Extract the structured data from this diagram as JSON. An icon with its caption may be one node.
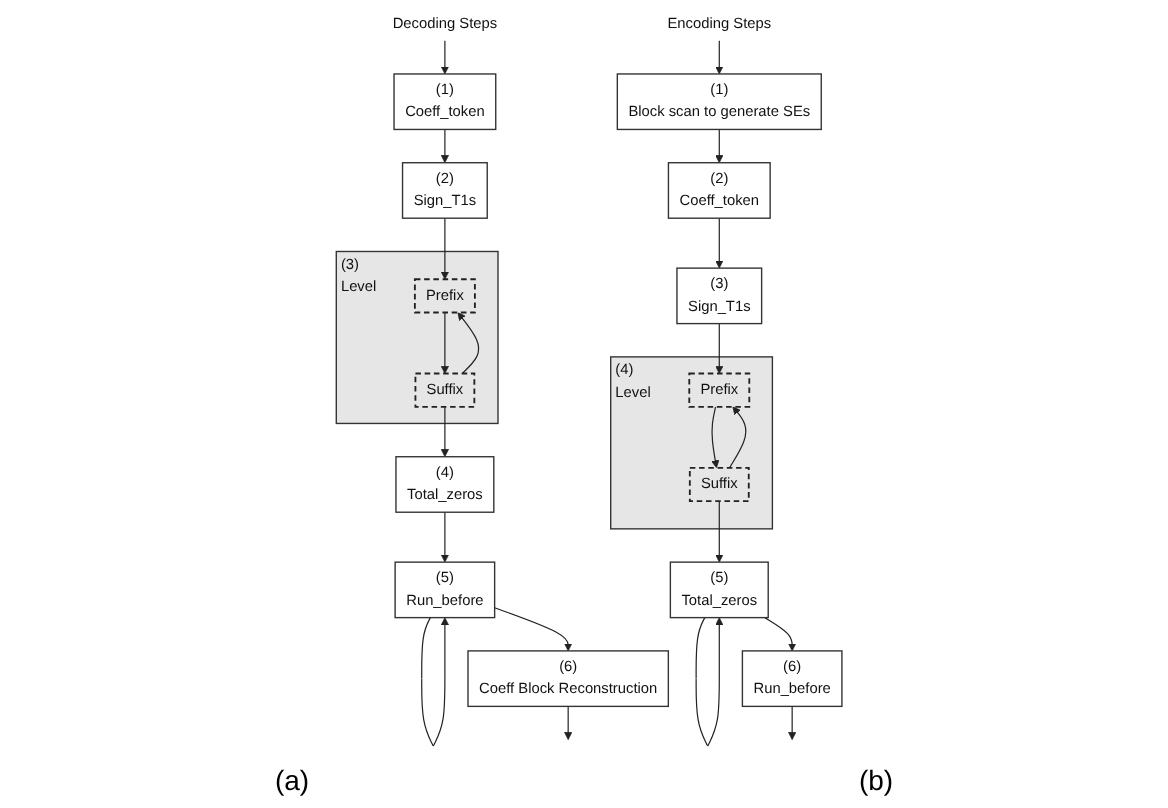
{
  "diagram": {
    "nodes": [
      {
        "text": [
          "Decoding Steps"
        ]
      },
      {
        "text": [
          "(1)",
          "Coeff_token"
        ]
      },
      {
        "text": [
          "(2)",
          "Sign_T1s"
        ]
      },
      {
        "text": [
          "(3)",
          "Level"
        ]
      },
      {
        "text": [
          "Prefix"
        ],
        "in": 3
      },
      {
        "text": [
          "Suffix"
        ],
        "in": 3
      },
      {
        "text": [
          "(4)",
          "Total_zeros"
        ]
      },
      {
        "text": [
          "(5)",
          "Run_before"
        ]
      },
      {
        "text": [
          "(6)",
          "Coeff Block Reconstruction"
        ]
      },
      {
        "text": [
          "Encoding Steps"
        ]
      },
      {
        "text": [
          "(1)",
          "Block scan to generate SEs"
        ]
      },
      {
        "text": [
          "(2)",
          "Coeff_token"
        ]
      },
      {
        "text": [
          "(3)",
          "Sign_T1s"
        ]
      },
      {
        "text": [
          "(4)",
          "Level"
        ]
      },
      {
        "text": [
          "Prefix"
        ],
        "in": 13
      },
      {
        "text": [
          "Suffix"
        ],
        "in": 13
      },
      {
        "text": [
          "(5)",
          "Total_zeros"
        ]
      },
      {
        "text": [
          "(6)",
          "Run_before"
        ]
      }
    ],
    "edges": [
      {
        "from": 0,
        "to": 1,
        "arrow": "to"
      },
      {
        "from": 1,
        "to": 2,
        "arrow": "to"
      },
      {
        "from": 2,
        "to": 4,
        "arrow": "to"
      },
      {
        "from": 4,
        "to": 5,
        "arrow": "to"
      },
      {
        "from": 5,
        "to": 4,
        "arrow": "to"
      },
      {
        "from": 5,
        "to": 6,
        "arrow": "to"
      },
      {
        "from": 6,
        "to": 7,
        "arrow": "to"
      },
      {
        "from": 7,
        "to": 7,
        "arrow": "to"
      },
      {
        "from": 7,
        "to": 8,
        "arrow": "to"
      },
      {
        "from": 8,
        "to": null,
        "arrow": "to"
      },
      {
        "from": 9,
        "to": 10,
        "arrow": "to"
      },
      {
        "from": 10,
        "to": 11,
        "arrow": "to"
      },
      {
        "from": 11,
        "to": 12,
        "arrow": "to"
      },
      {
        "from": 12,
        "to": 14,
        "arrow": "to"
      },
      {
        "from": 14,
        "to": 15,
        "arrow": "to"
      },
      {
        "from": 15,
        "to": 14,
        "arrow": "to"
      },
      {
        "from": 15,
        "to": 16,
        "arrow": "to"
      },
      {
        "from": 16,
        "to": 16,
        "arrow": "to"
      },
      {
        "from": 16,
        "to": 17,
        "arrow": "to"
      },
      {
        "from": 17,
        "to": null,
        "arrow": "to"
      }
    ],
    "labels": [
      "(a)",
      "(b)"
    ]
  }
}
